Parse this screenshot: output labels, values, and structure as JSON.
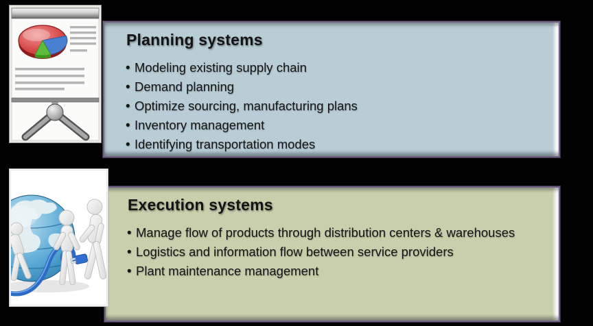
{
  "slide": {
    "background_color": "#000000"
  },
  "bullet_glyph": "•",
  "panels": [
    {
      "title": "Planning systems",
      "bg_color": "#b8cdd6",
      "border_color": "#6f5f85",
      "text_color": "#141414",
      "bullets": [
        "Modeling existing supply chain",
        "Demand planning",
        "Optimize sourcing, manufacturing plans",
        "Inventory management",
        "Identifying transportation modes"
      ]
    },
    {
      "title": "Execution systems",
      "bg_color": "#c9cfad",
      "border_color": "#6f5f85",
      "text_color": "#141414",
      "bullets": [
        "Manage flow of products through distribution centers & warehouses",
        "Logistics and information flow between service providers",
        "Plant maintenance management"
      ]
    }
  ],
  "images": [
    {
      "name": "flipchart-pie-chart-image",
      "pie_colors": {
        "red": "#d04343",
        "blue": "#4a80d2",
        "green": "#5cbb3c",
        "rim": "#8e1c1d"
      }
    },
    {
      "name": "globe-teamwork-image",
      "globe_colors": {
        "ocean": "#2e7fb5",
        "land": "#e7f0f2",
        "cable": "#2b6ac6"
      }
    }
  ]
}
